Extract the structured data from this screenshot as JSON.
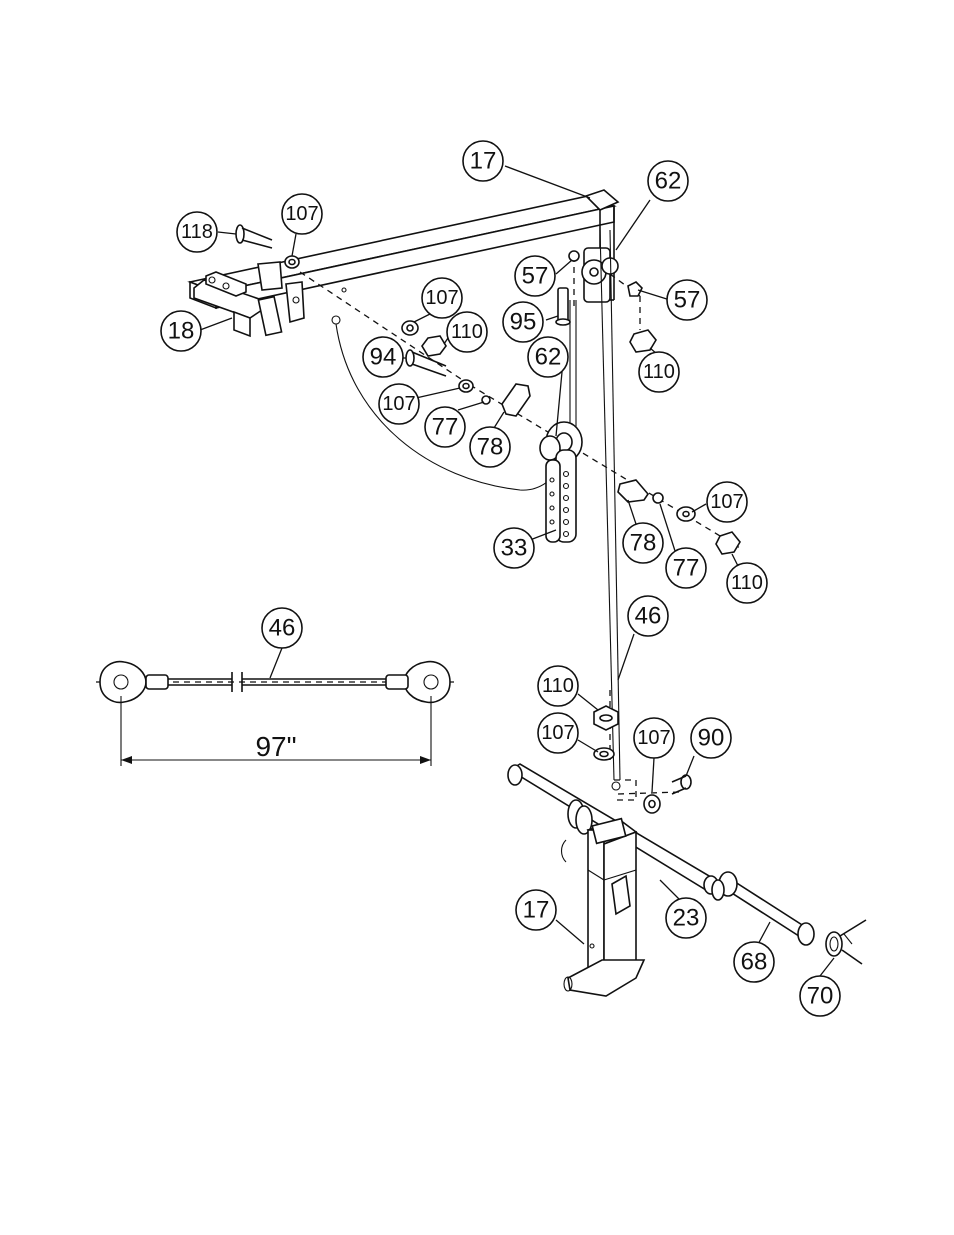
{
  "callouts": [
    "17",
    "62",
    "118",
    "107",
    "18",
    "57",
    "95",
    "107",
    "110",
    "94",
    "62",
    "57",
    "110",
    "107",
    "77",
    "78",
    "33",
    "78",
    "107",
    "77",
    "110",
    "46",
    "46",
    "110",
    "107",
    "107",
    "90",
    "17",
    "23",
    "68",
    "70"
  ],
  "cable_length_label": "97\""
}
